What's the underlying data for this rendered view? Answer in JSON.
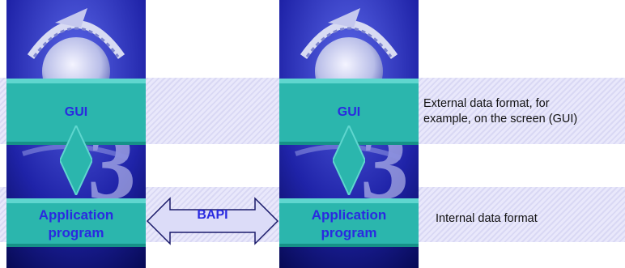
{
  "gui_label": "GUI",
  "application_label_line1": "Application",
  "application_label_line2": "program",
  "bapi_label": "BAPI",
  "external_note_line1": "External data format, for",
  "external_note_line2": "example, on the screen (GUI)",
  "internal_note": "Internal data format",
  "colors": {
    "box": "#2bb6ad",
    "label": "#2a2ae0",
    "band": "#e2e1f8",
    "arrow_fill": "#dcdcf8"
  }
}
